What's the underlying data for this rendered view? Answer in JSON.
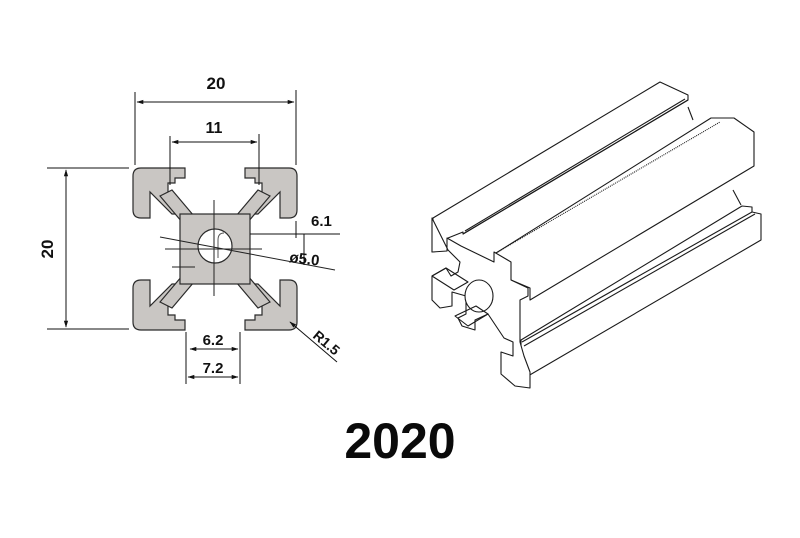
{
  "diagram": {
    "title": "2020",
    "cross_section": {
      "profile_fill": "#c9c6c3",
      "outline_color": "#2a2a2a",
      "dimensions": {
        "overall_width": "20",
        "overall_height": "20",
        "slot_top_width": "11",
        "slot_depth": "6.1",
        "center_bore": "ø5.0",
        "slot_opening_inner": "6.2",
        "slot_opening_outer": "7.2",
        "corner_radius": "R1.5"
      }
    },
    "isometric_view": {
      "label": "isometric-extrusion"
    }
  }
}
